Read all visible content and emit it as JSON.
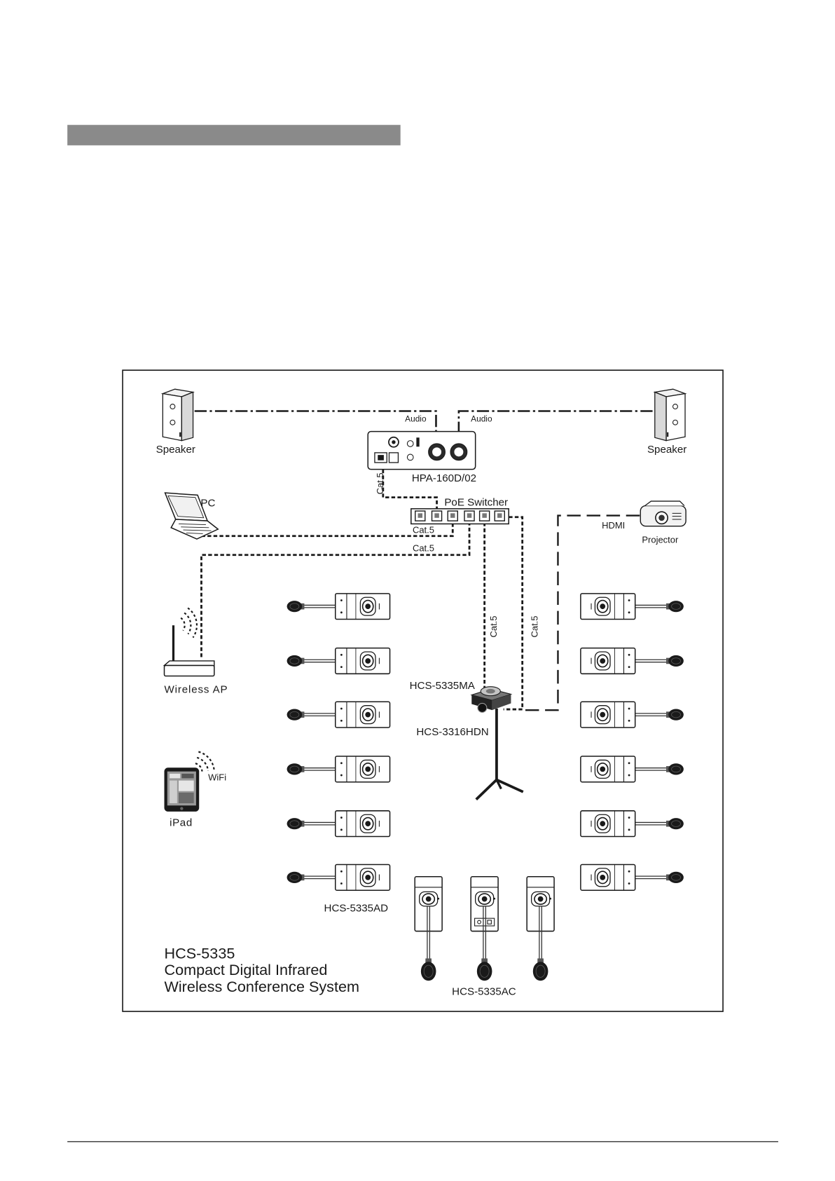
{
  "diagram": {
    "speakers": {
      "left_label": "Speaker",
      "right_label": "Speaker"
    },
    "audio_cables": {
      "left_label": "Audio",
      "right_label": "Audio"
    },
    "amplifier": {
      "label": "HPA-160D/02"
    },
    "network_cable_label": "Cat.5",
    "poe_switch": {
      "label": "PoE Switcher"
    },
    "pc": {
      "label": "PC"
    },
    "hdmi_cable_label": "HDMI",
    "projector": {
      "label": "Projector"
    },
    "wireless_ap": {
      "label": "Wireless AP"
    },
    "ipad": {
      "label": "iPad",
      "wifi_label": "WiFi"
    },
    "camera_system": {
      "controller_label": "HCS-5335MA",
      "camera_label": "HCS-3316HDN"
    },
    "delegate_units": {
      "label": "HCS-5335AD"
    },
    "chairman_units": {
      "label": "HCS-5335AC"
    },
    "system_title": {
      "line1": "HCS-5335",
      "line2": "Compact Digital Infrared",
      "line3": "Wireless Conference System"
    }
  },
  "colors": {
    "section_bar": "#8a8a8a",
    "ink": "#1a1a1a"
  }
}
